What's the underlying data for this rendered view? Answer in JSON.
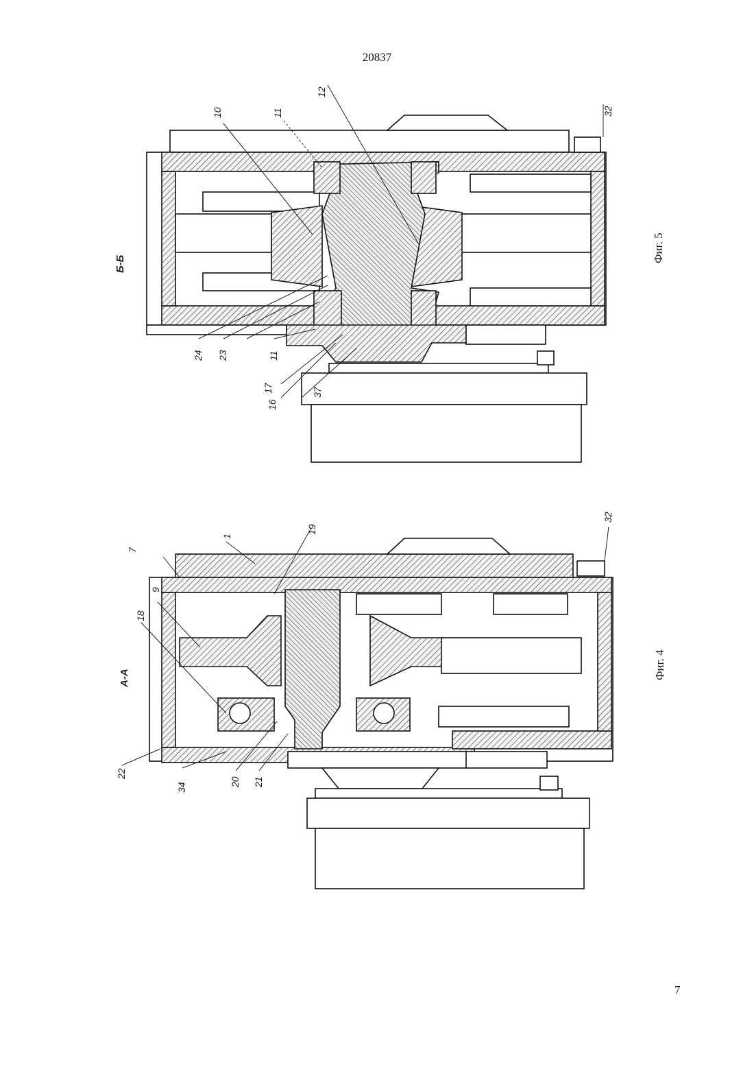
{
  "header": {
    "doc_number": "20837"
  },
  "footer": {
    "page_number": "7"
  },
  "fig4": {
    "caption": "Фиг. 4",
    "section": "А-А",
    "labels": {
      "l1": "1",
      "l7": "7",
      "l9": "9",
      "l18": "18",
      "l19": "19",
      "l20": "20",
      "l21": "21",
      "l22": "22",
      "l32": "32",
      "l34": "34"
    }
  },
  "fig5": {
    "caption": "Фиг. 5",
    "section": "Б-Б",
    "labels": {
      "l10": "10",
      "l11a": "11",
      "l11b": "11",
      "l12": "12",
      "l16": "16",
      "l17": "17",
      "l23": "23",
      "l24": "24",
      "l32": "32",
      "l37": "37"
    }
  }
}
